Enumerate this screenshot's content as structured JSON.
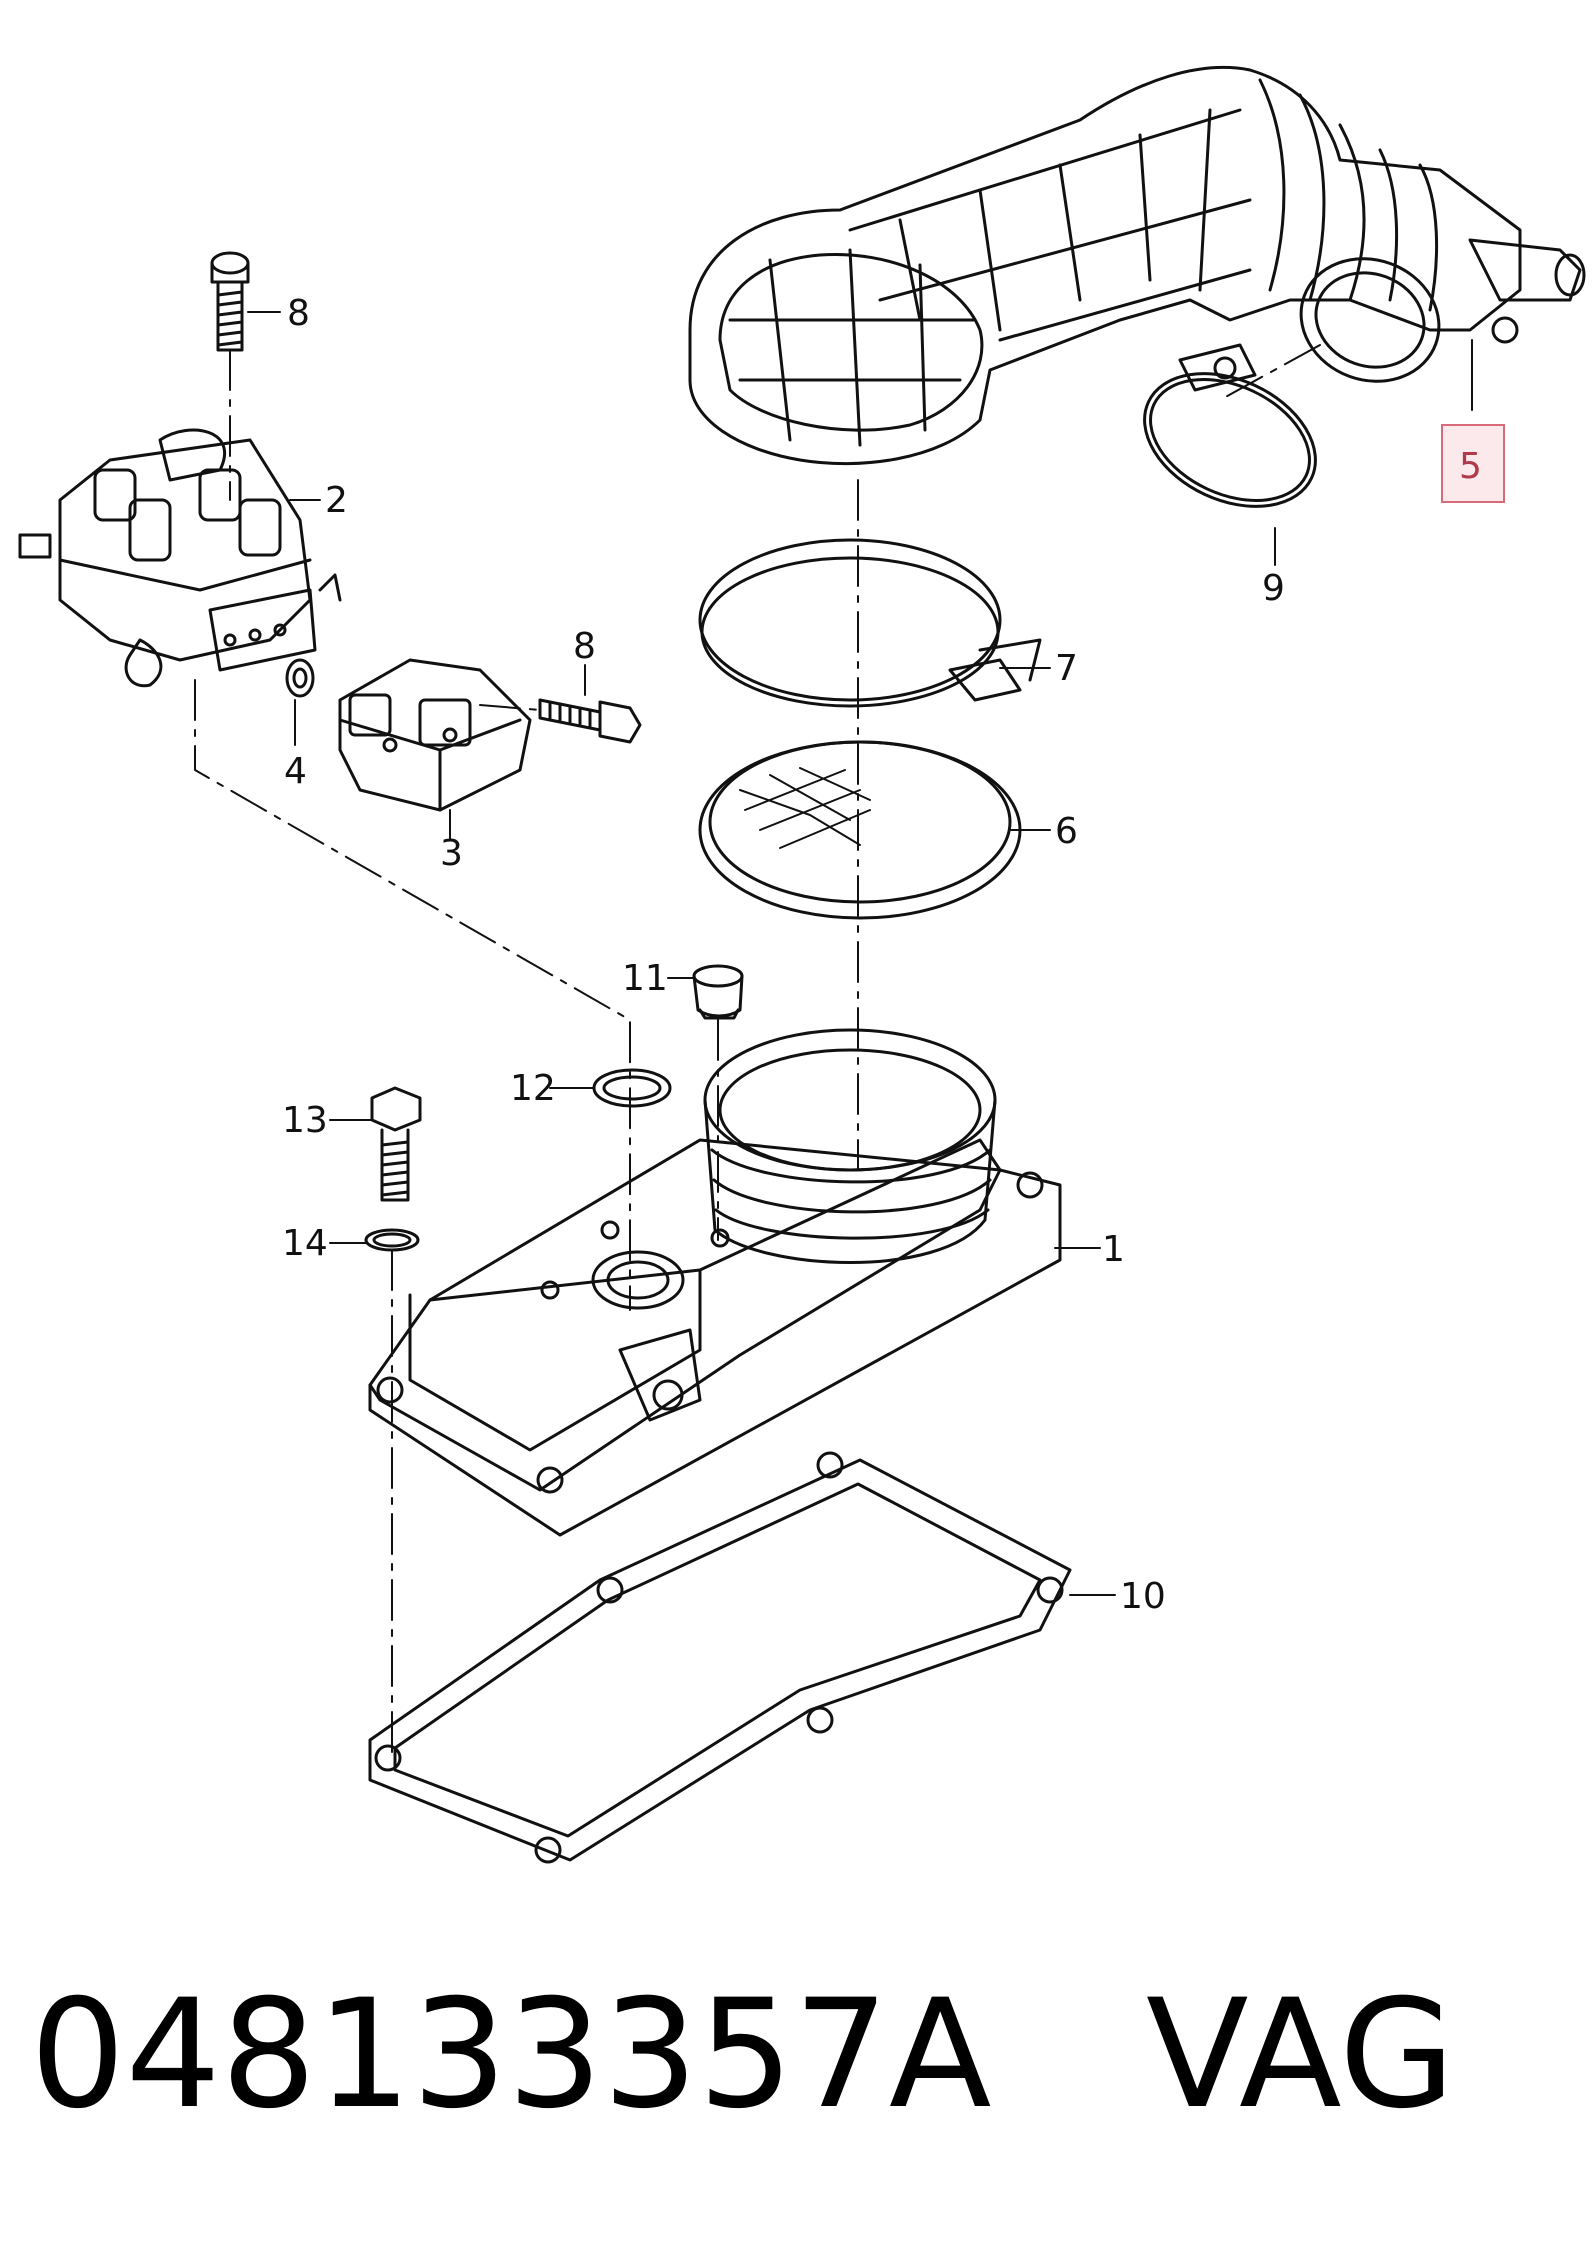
{
  "callouts": {
    "c1": "1",
    "c2": "2",
    "c3": "3",
    "c4": "4",
    "c5": "5",
    "c6": "6",
    "c7": "7",
    "c8a": "8",
    "c8b": "8",
    "c9": "9",
    "c10": "10",
    "c11": "11",
    "c12": "12",
    "c13": "13",
    "c14": "14"
  },
  "highlighted_callout": "5",
  "colors": {
    "line": "#111111",
    "highlight_border": "#d96a7a",
    "highlight_fill": "#fbe9ec"
  },
  "footer": {
    "part_number": "048133357A",
    "brand": "VAG"
  }
}
